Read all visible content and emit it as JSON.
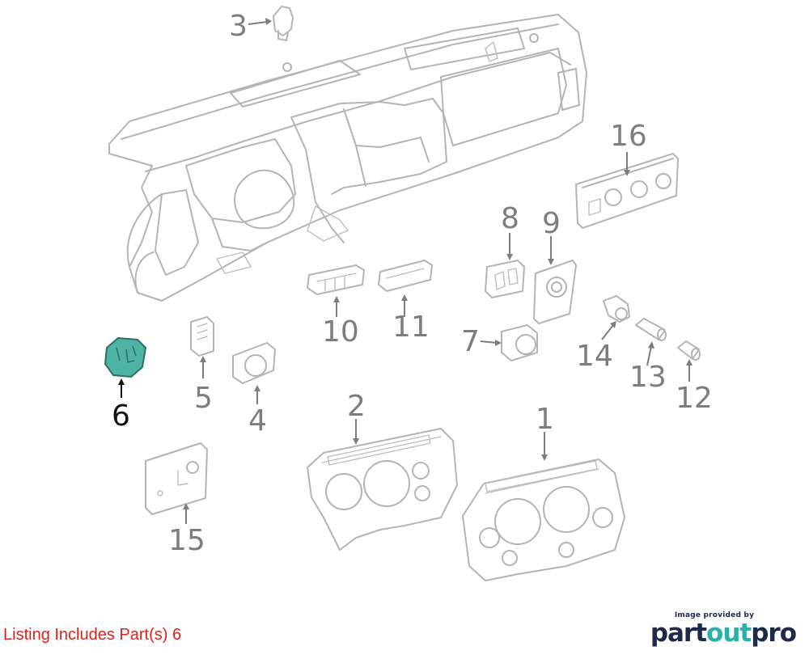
{
  "diagram": {
    "callouts": [
      {
        "id": "1",
        "label": "1"
      },
      {
        "id": "2",
        "label": "2"
      },
      {
        "id": "3",
        "label": "3"
      },
      {
        "id": "4",
        "label": "4"
      },
      {
        "id": "5",
        "label": "5"
      },
      {
        "id": "6",
        "label": "6",
        "highlighted": true
      },
      {
        "id": "7",
        "label": "7"
      },
      {
        "id": "8",
        "label": "8"
      },
      {
        "id": "9",
        "label": "9"
      },
      {
        "id": "10",
        "label": "10"
      },
      {
        "id": "11",
        "label": "11"
      },
      {
        "id": "12",
        "label": "12"
      },
      {
        "id": "13",
        "label": "13"
      },
      {
        "id": "14",
        "label": "14"
      },
      {
        "id": "15",
        "label": "15"
      },
      {
        "id": "16",
        "label": "16"
      }
    ],
    "highlight_color": "#4fb3a3",
    "line_color": "#b4b4b4"
  },
  "footer": {
    "listing_note": "Listing Includes Part(s) 6",
    "listing_color": "#e0211b",
    "credit_caption": "Image provided by",
    "brand_part1": "part",
    "brand_part2": "out",
    "brand_part3": "pro"
  }
}
